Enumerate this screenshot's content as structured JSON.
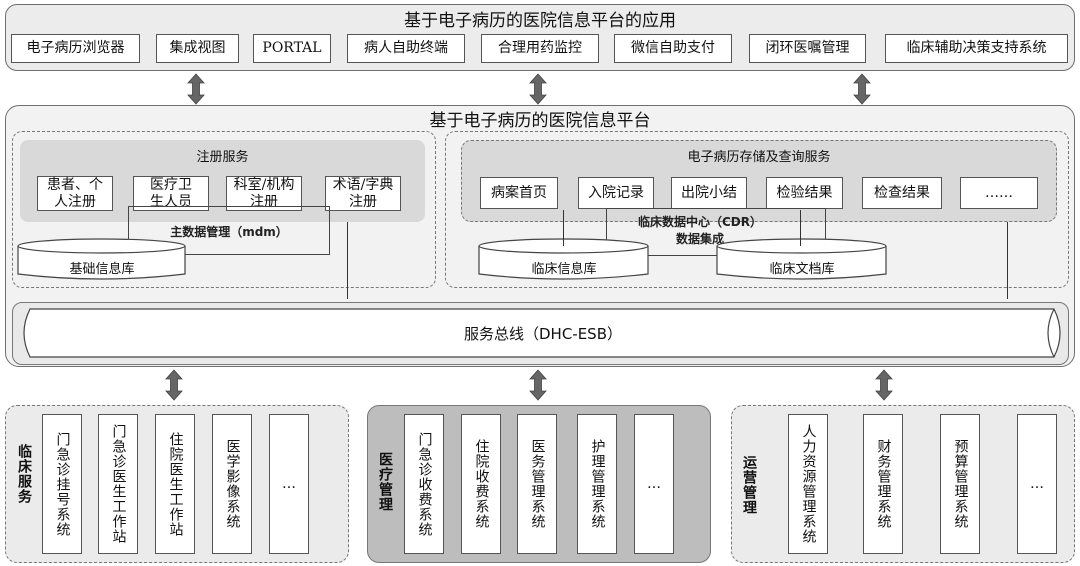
{
  "top_app": {
    "title": "基于电子病历的医院信息平台的应用",
    "items": [
      "电子病历浏览器",
      "集成视图",
      "PORTAL",
      "病人自助终端",
      "合理用药监控",
      "微信自助支付",
      "闭环医嘱管理",
      "临床辅助决策支持系统"
    ]
  },
  "platform": {
    "title": "基于电子病历的医院信息平台",
    "registry": {
      "title": "注册服务",
      "items": [
        "患者、个人注册",
        "医疗卫生人员",
        "科室/机构注册",
        "术语/字典注册"
      ],
      "mdm": "主数据管理（mdm）",
      "db": "基础信息库"
    },
    "emr": {
      "title": "电子病历存储及查询服务",
      "items": [
        "病案首页",
        "入院记录",
        "出院小结",
        "检验结果",
        "检查结果",
        "……"
      ],
      "cdr_line1": "临床数据中心（CDR）",
      "cdr_line2": "数据集成",
      "db1": "临床信息库",
      "db2": "临床文档库"
    },
    "esb": "服务总线（DHC-ESB）"
  },
  "bottom": {
    "clinical": {
      "label": "临床服务",
      "items": [
        "门急诊挂号系统",
        "门急诊医生工作站",
        "住院医生工作站",
        "医学影像系统",
        "…"
      ]
    },
    "medical": {
      "label": "医疗管理",
      "items": [
        "门急诊收费系统",
        "住院收费系统",
        "医务管理系统",
        "护理管理系统",
        "…"
      ]
    },
    "operation": {
      "label": "运营管理",
      "items": [
        "人力资源管理系统",
        "财务管理系统",
        "预算管理系统",
        "…"
      ]
    }
  },
  "colors": {
    "panel_light": "#ececec",
    "panel_dark": "#bdbdbd",
    "border": "#6e6e6e"
  }
}
